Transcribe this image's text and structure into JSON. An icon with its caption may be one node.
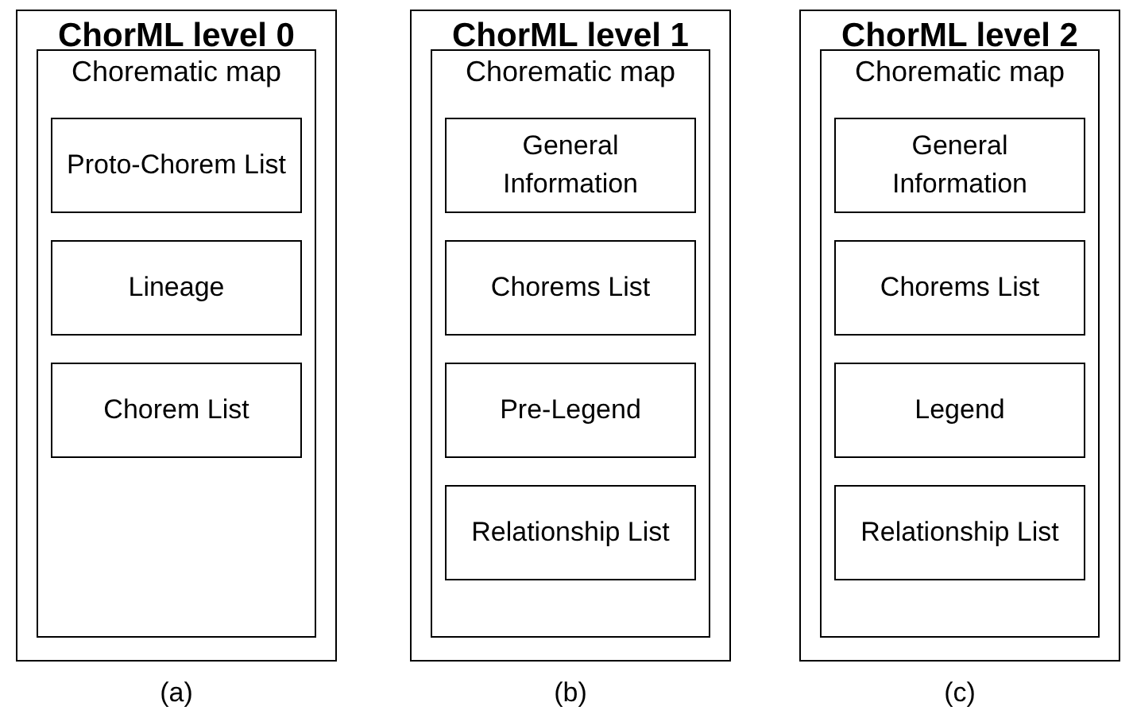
{
  "diagram": {
    "nodes": [
      {
        "text": [
          "ChorML level 0"
        ],
        "beside": [
          "(a)"
        ]
      },
      {
        "text": [
          "Chorematic map"
        ],
        "in": 0
      },
      {
        "text": [
          "Proto-Chorem List"
        ],
        "in": 1
      },
      {
        "text": [
          "Lineage"
        ],
        "in": 1
      },
      {
        "text": [
          "Chorem List"
        ],
        "in": 1
      },
      {
        "text": [
          "ChorML level 1"
        ],
        "beside": [
          "(b)"
        ]
      },
      {
        "text": [
          "Chorematic map"
        ],
        "in": 5
      },
      {
        "text": [
          "General Information"
        ],
        "in": 6
      },
      {
        "text": [
          "Chorems List"
        ],
        "in": 6
      },
      {
        "text": [
          "Pre-Legend"
        ],
        "in": 6
      },
      {
        "text": [
          "Relationship List"
        ],
        "in": 6
      },
      {
        "text": [
          "ChorML level 2"
        ],
        "beside": [
          "(c)"
        ]
      },
      {
        "text": [
          "Chorematic map"
        ],
        "in": 11
      },
      {
        "text": [
          "General Information"
        ],
        "in": 12
      },
      {
        "text": [
          "Chorems List"
        ],
        "in": 12
      },
      {
        "text": [
          "Legend"
        ],
        "in": 12
      },
      {
        "text": [
          "Relationship List"
        ],
        "in": 12
      }
    ]
  }
}
